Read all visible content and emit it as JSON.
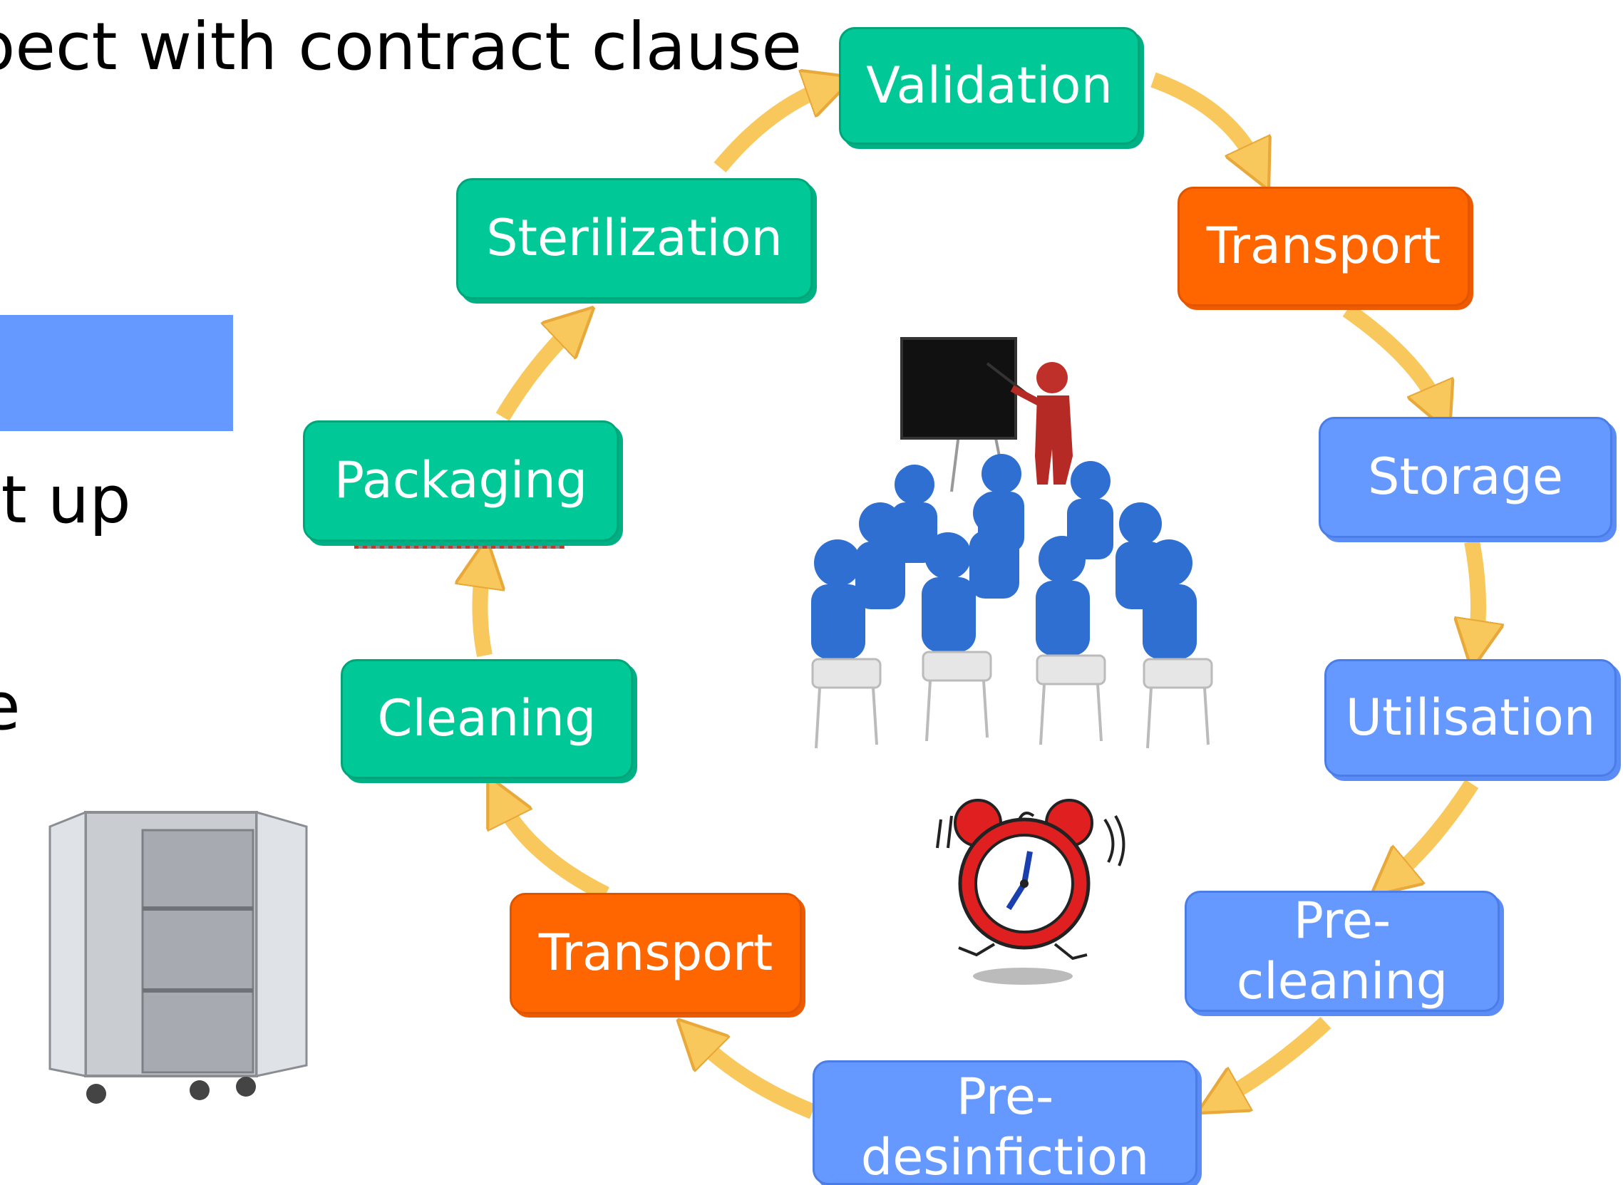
{
  "slide_text": {
    "line1": "spect with contract clause",
    "line2": "et up",
    "line3": "e"
  },
  "cycle": {
    "validation": "Validation",
    "transport_top": "Transport",
    "storage": "Storage",
    "utilisation": "Utilisation",
    "pre_cleaning_1": "Pre-",
    "pre_cleaning_2": "cleaning",
    "pre_desinfiction_1": "Pre-",
    "pre_desinfiction_2": "desinfiction",
    "transport_bottom": "Transport",
    "cleaning": "Cleaning",
    "packaging": "Packaging",
    "sterilization": "Sterilization"
  },
  "colors": {
    "green": "#00c896",
    "orange": "#ff6600",
    "blue": "#6699ff",
    "arrow": "#f9c85c"
  },
  "icons": [
    "training-presentation-illustration",
    "alarm-clock-illustration",
    "storage-cabinet-illustration"
  ]
}
